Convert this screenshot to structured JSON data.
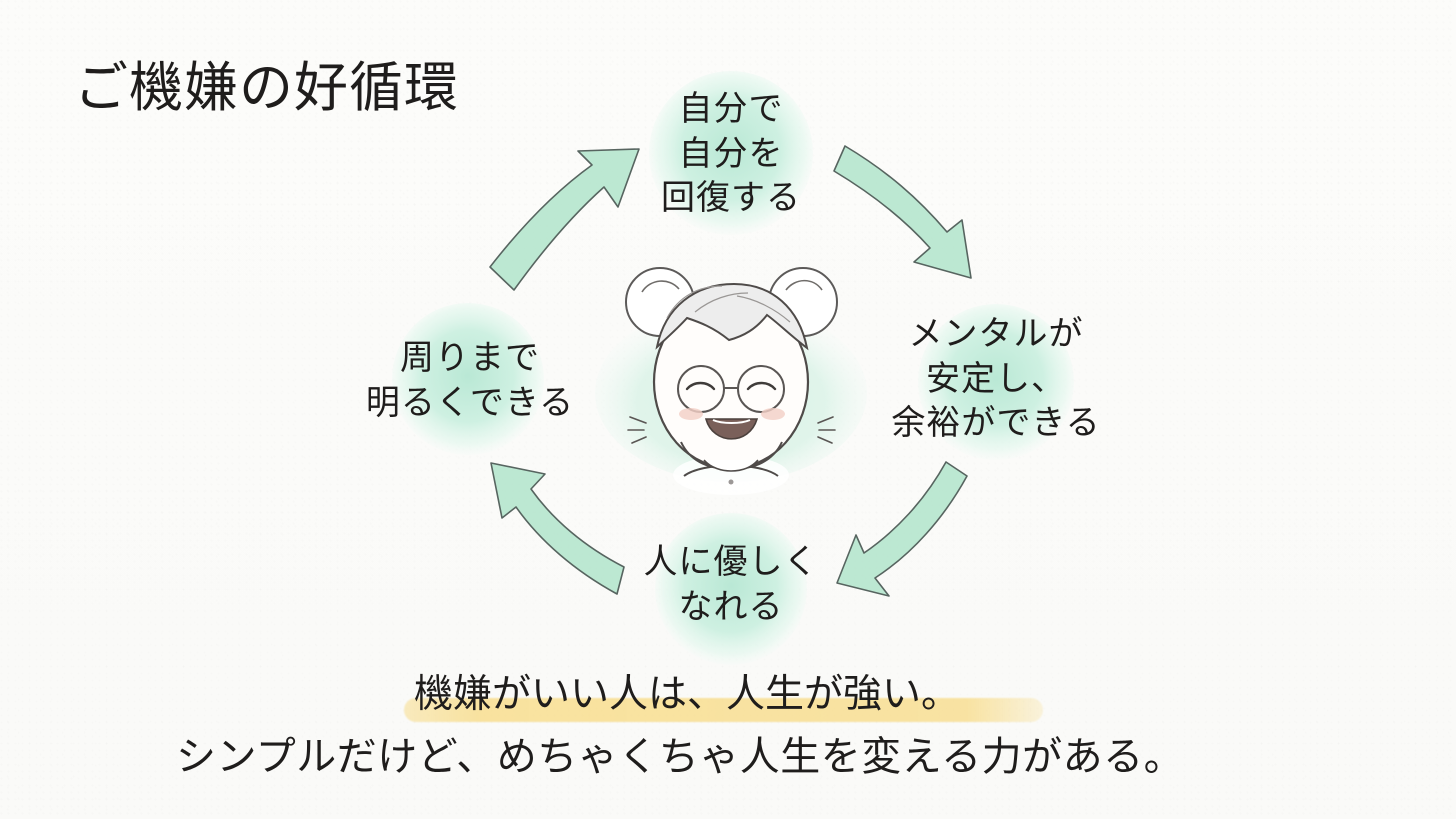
{
  "title": "ご機嫌の好循環",
  "nodes": {
    "top": "自分で\n自分を\n回復する",
    "right": "メンタルが\n安定し、\n余裕ができる",
    "bottom": "人に優しく\nなれる",
    "left": "周りまで\n明るくできる"
  },
  "summary": {
    "main": "機嫌がいい人は、人生が強い。",
    "sub": "シンプルだけど、めちゃくちゃ人生を変える力がある。"
  },
  "colors": {
    "blob": "#c9efdf",
    "arrow": "#b9e7d0",
    "arrow_stroke": "#4f5d58",
    "highlight": "#f3d36f",
    "text": "#1f1d1c"
  },
  "icons": {
    "center": "smiling-girl-illustration",
    "arrows": "circular-flow-arrows"
  }
}
